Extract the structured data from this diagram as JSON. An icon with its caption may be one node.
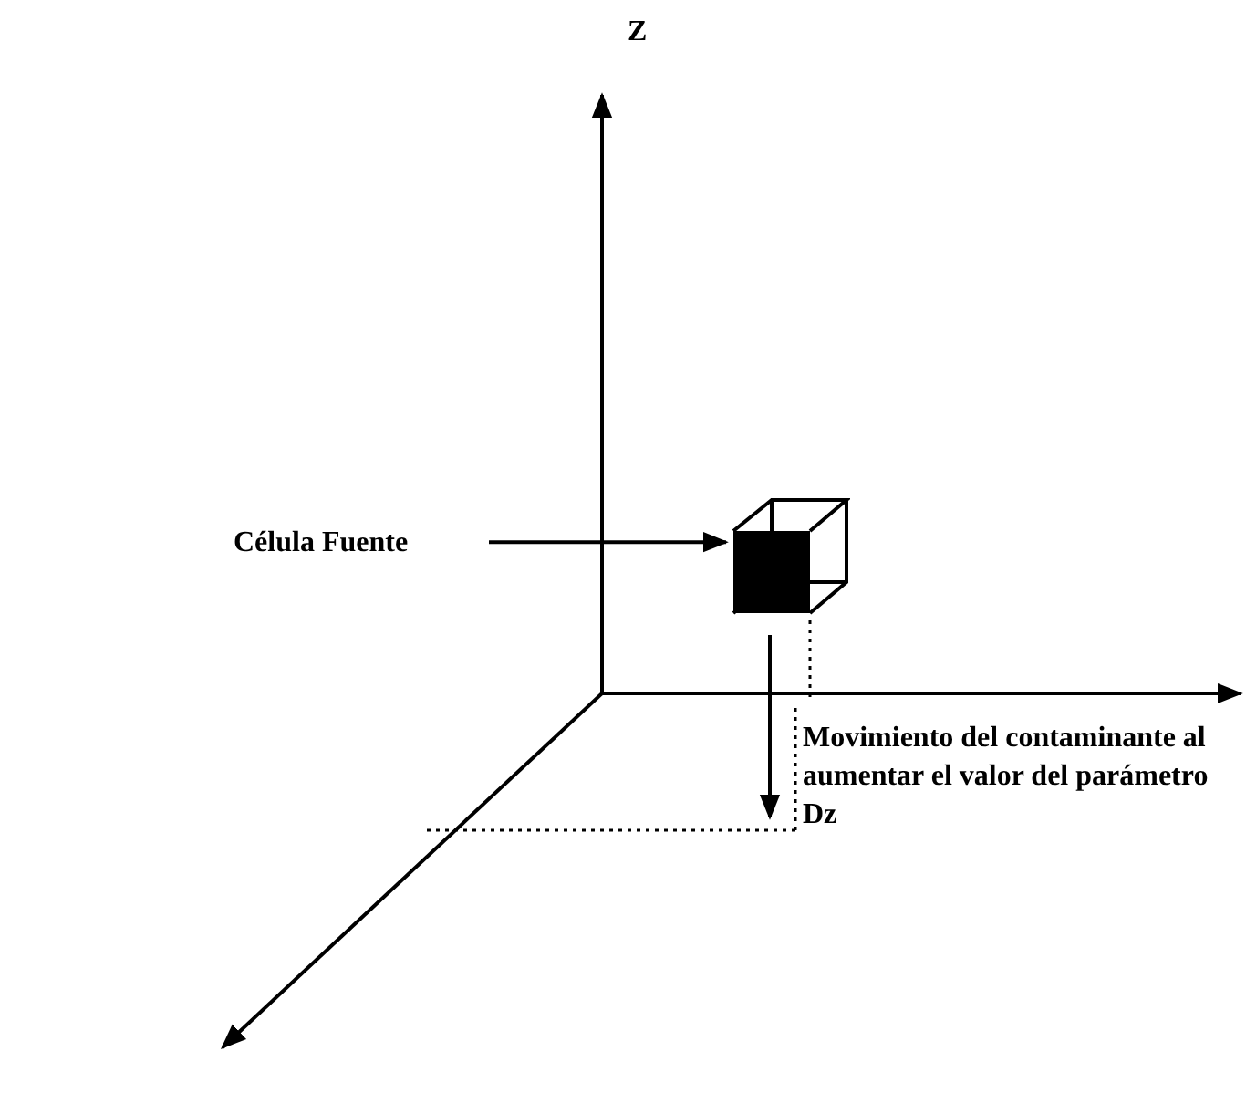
{
  "diagram": {
    "nodes": [
      {
        "text": [
          "Célula Fuente"
        ]
      },
      {
        "text": [],
        "shape": "box"
      }
    ],
    "edges": [
      {
        "from": 0,
        "to": 1,
        "arrow": "to"
      }
    ],
    "labels": [
      "Z",
      "Movimiento del contaminante al aumentar el valor del parámetro Dz"
    ]
  }
}
